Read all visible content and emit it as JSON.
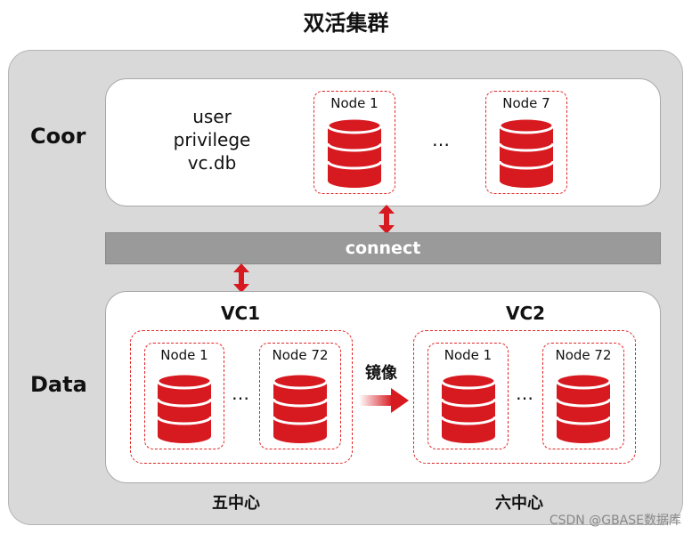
{
  "title": "双活集群",
  "labels": {
    "coor": "Coor",
    "data": "Data"
  },
  "coor": {
    "meta_lines": [
      "user",
      "privilege",
      "vc.db"
    ],
    "nodes": [
      "Node 1",
      "Node 7"
    ],
    "ellipsis": "…"
  },
  "connect": "connect",
  "data": {
    "vc1": {
      "title": "VC1",
      "nodes": [
        "Node 1",
        "Node 72"
      ],
      "ellipsis": "…",
      "center": "五中心"
    },
    "vc2": {
      "title": "VC2",
      "nodes": [
        "Node 1",
        "Node 72"
      ],
      "ellipsis": "…",
      "center": "六中心"
    },
    "mirror": "镜像"
  },
  "watermark": "CSDN @GBASE数据库",
  "colors": {
    "accent": "#d71920",
    "panel": "#d9d9d9",
    "bar": "#9a9a9a"
  }
}
